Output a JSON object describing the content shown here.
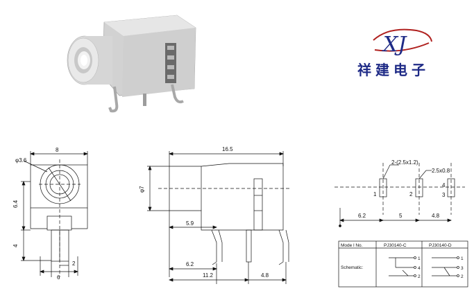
{
  "logo": {
    "mark": "XJ",
    "company": "祥建电子"
  },
  "front_view": {
    "width": "8",
    "hole_dia": "φ3.6",
    "body_height": "6.4",
    "pin_length": "4",
    "pin_pitch": "2",
    "base_width": "6"
  },
  "side_view": {
    "length": "16.5",
    "barrel_dia": "φ7",
    "d1": "5.9",
    "d2": "6.2",
    "d3": "11.2",
    "d4": "4.8"
  },
  "footprint": {
    "slot_a": "2-(2.5x1.2)",
    "slot_b": "2.5x0.8",
    "pins": [
      "1",
      "2",
      "3",
      "4"
    ],
    "d1": "6.2",
    "d2": "5",
    "d3": "4.8"
  },
  "table": {
    "headers": [
      "Mode l No.",
      "PJ30140-C",
      "PJ30140-D"
    ],
    "row_label": "Schematic:"
  },
  "colors": {
    "body": "#d8d8d8",
    "pins": "#c0c0c0",
    "logo_blue": "#1e2a86",
    "logo_red": "#b0211f"
  }
}
